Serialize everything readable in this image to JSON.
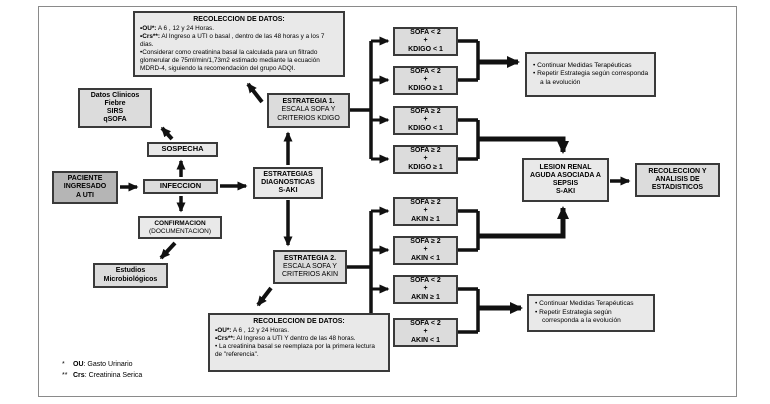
{
  "colors": {
    "node_fill": "#dcdcdc",
    "node_fill_dark": "#b5b5b5",
    "node_fill_light": "#e9e9e9",
    "node_border": "#3a3a3a",
    "arrow": "#111111",
    "frame_border": "#8a8a8a"
  },
  "nodes": {
    "datos_clinicos": "Datos Clinicos\nFiebre\nSIRS\nqSOFA",
    "sospecha": "SOSPECHA",
    "paciente": "PACIENTE\nINGRESADO\nA UTI",
    "infeccion": "INFECCION",
    "confirmacion_title": "CONFIRMACION",
    "confirmacion_sub": "(DOCUMENTACION)",
    "estudios": "Estudios\nMicrobiológicos",
    "estrategias": "ESTRATEGIAS\nDIAGNOSTICAS\nS-AKI",
    "estrategia1_title": "ESTRATEGIA 1.",
    "estrategia1_sub": "ESCALA SOFA Y\nCRITERIOS KDIGO",
    "estrategia2_title": "ESTRATEGIA 2.",
    "estrategia2_sub": "ESCALA SOFA Y\nCRITERIOS AKIN",
    "lesion": "LESION RENAL\nAGUDA ASOCIADA A\nSEPSIS\nS-AKI",
    "recoleccion_estadisticos": "RECOLECCION Y\nANALISIS DE\nESTADISTICOS"
  },
  "kdigo": [
    "SOFA < 2\n+\nKDIGO < 1",
    "SOFA < 2\n+\nKDIGO ≥ 1",
    "SOFA ≥ 2\n+\nKDIGO < 1",
    "SOFA ≥ 2\n+\nKDIGO ≥ 1"
  ],
  "akin": [
    "SOFA ≥ 2\n+\nAKIN ≥ 1",
    "SOFA ≥ 2\n+\nAKIN < 1",
    "SOFA < 2\n+\nAKIN ≥ 1",
    "SOFA < 2\n+\nAKIN < 1"
  ],
  "rec_top": {
    "title": "RECOLECCION DE DATOS:",
    "items": [
      {
        "lead": "•OU*:",
        "text": " A 6 , 12 y 24 Horas."
      },
      {
        "lead": "•Crs**:",
        "text": " Al Ingreso a UTI o basal , dentro de las 48 horas y a los 7 dias."
      },
      {
        "lead": "",
        "text": "•Considerar como creatinina basal la calculada para un filtrado glomerular de 75ml/min/1,73m2 estimado mediante la ecuación MDRD-4, siguiendo la recomendación del grupo ADQI."
      }
    ]
  },
  "rec_bottom": {
    "title": "RECOLECCION DE DATOS:",
    "items": [
      {
        "lead": "•OU*:",
        "text": " A 6 , 12 y 24 Horas."
      },
      {
        "lead": "•Crs**:",
        "text": " Al Ingreso a UTI Y dentro de las 48 horas."
      },
      {
        "lead": "",
        "text": "• La creatinina basal se reemplaza por la primera lectura de \"referencia\"."
      }
    ]
  },
  "outcome_top": {
    "items": [
      "• Continuar Medidas Terapéuticas",
      "• Repetir Estrategia según corresponda a la evolución"
    ]
  },
  "outcome_bottom": {
    "items": [
      "• Continuar Medidas Terapéuticas",
      "• Repetir Estrategia según corresponda a la evolución"
    ]
  },
  "footnotes": [
    {
      "star": "*",
      "name": "OU",
      "text": ": Gasto Urinario"
    },
    {
      "star": "**",
      "name": "Crs",
      "text": ": Creatinina Serica"
    }
  ]
}
